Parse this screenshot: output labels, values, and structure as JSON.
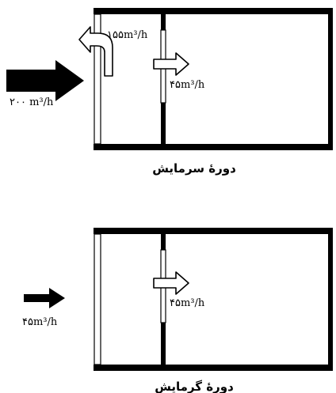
{
  "diagrams": [
    {
      "caption": "دورهٔ سرمایش",
      "inlet_flow": "۲۰۰ m³/h",
      "exhaust_flow": "۱۵۵m³/h",
      "transfer_flow": "۴۵m³/h"
    },
    {
      "caption": "دورهٔ گرمایش",
      "inlet_flow": "۴۵m³/h",
      "transfer_flow": "۴۵m³/h"
    }
  ],
  "colors": {
    "ink": "#000000",
    "background": "#ffffff"
  }
}
